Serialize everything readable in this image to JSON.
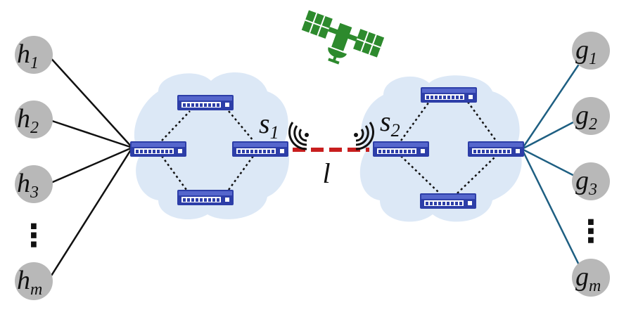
{
  "left_hosts": [
    {
      "base": "h",
      "sub": "1"
    },
    {
      "base": "h",
      "sub": "2"
    },
    {
      "base": "h",
      "sub": "3"
    },
    {
      "base": "h",
      "sub": "m"
    }
  ],
  "right_hosts": [
    {
      "base": "g",
      "sub": "1"
    },
    {
      "base": "g",
      "sub": "2"
    },
    {
      "base": "g",
      "sub": "3"
    },
    {
      "base": "g",
      "sub": "m"
    }
  ],
  "ellipsis": "⋮",
  "switch_labels": {
    "s1": {
      "base": "s",
      "sub": "1"
    },
    "s2": {
      "base": "s",
      "sub": "2"
    }
  },
  "link_label": "l",
  "icons": {
    "satellite": "satellite-icon",
    "wireless": "wireless-signal-icon",
    "switch": "network-switch-icon",
    "cloud": "cloud-icon"
  },
  "colors": {
    "host_node": "#b8b8b8",
    "cloud": "#dce8f6",
    "switch": "#3a4cb5",
    "left_links": "#111111",
    "right_links": "#1e5f82",
    "satellite_link": "#c81e1e",
    "satellite": "#2d8a2d"
  }
}
